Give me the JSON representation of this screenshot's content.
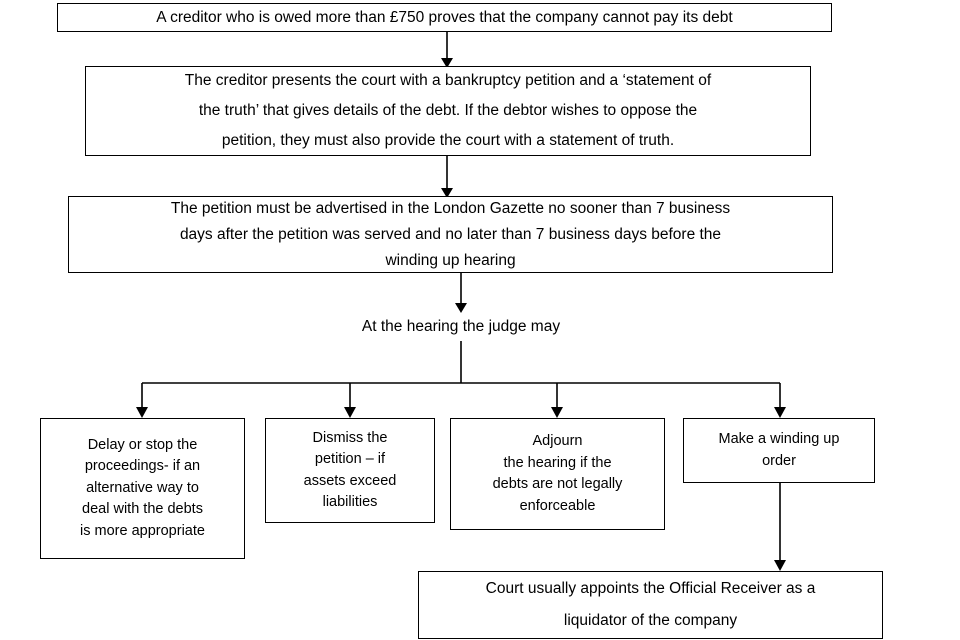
{
  "diagram": {
    "title": "Compulsory liquidation / winding up petition process",
    "line_color": "#000000",
    "box_fill": "#ffffff",
    "box_border": "#000000"
  },
  "nodes": {
    "step1": "A creditor who is owed more than £750 proves that the company cannot pay its debt",
    "step2": "The creditor presents the court with a bankruptcy petition and a ‘statement of\nthe truth’ that gives details of the debt.  If the debtor wishes to oppose the\npetition, they must also provide the court with a statement of truth.",
    "step3": "The petition must be advertised in the London Gazette no sooner than 7 business\ndays after the petition was served and no later than 7 business days before the\nwinding up hearing",
    "hearing_label": "At the hearing the judge may",
    "outcome1": "Delay or stop the\nproceedings- if an\nalternative way to\ndeal with the debts\nis more appropriate",
    "outcome2": "Dismiss the\npetition – if\nassets exceed\nliabilities",
    "outcome3": "Adjourn\nthe hearing if the\ndebts are not legally\nenforceable",
    "outcome4": "Make a winding up\norder",
    "final": "Court usually appoints the Official Receiver as a\nliquidator of the company"
  }
}
